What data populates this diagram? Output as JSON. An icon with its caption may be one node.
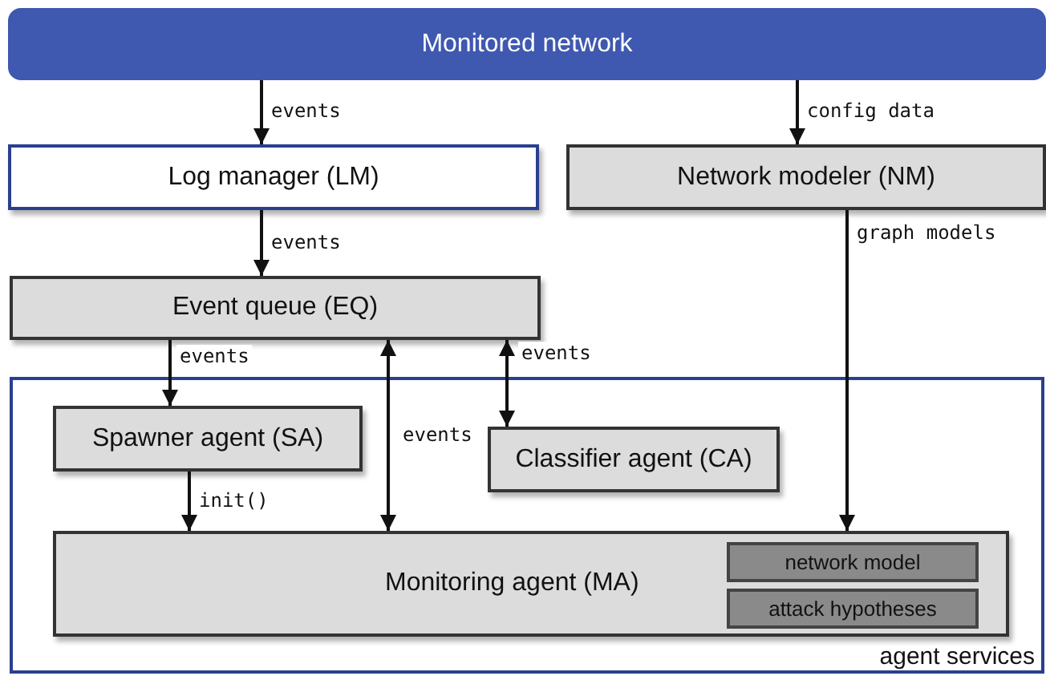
{
  "diagram": {
    "nodes": [
      {
        "text": [
          "Monitored network"
        ]
      },
      {
        "text": [
          "Log manager (LM)"
        ]
      },
      {
        "text": [
          "Network modeler (NM)"
        ]
      },
      {
        "text": [
          "Event queue (EQ)"
        ]
      },
      {
        "text": [
          "agent services"
        ]
      },
      {
        "text": [
          "Spawner agent (SA)"
        ],
        "in": 4
      },
      {
        "text": [
          "Classifier agent (CA)"
        ],
        "in": 4
      },
      {
        "text": [
          "Monitoring agent (MA)"
        ],
        "in": 4
      },
      {
        "text": [
          "network model"
        ],
        "in": 7
      },
      {
        "text": [
          "attack hypotheses"
        ],
        "in": 7
      }
    ],
    "edges": [
      {
        "from": 0,
        "to": 1,
        "arrow": "to",
        "label": "events"
      },
      {
        "from": 0,
        "to": 2,
        "arrow": "to",
        "label": "config data"
      },
      {
        "from": 1,
        "to": 3,
        "arrow": "to",
        "label": "events"
      },
      {
        "from": 2,
        "to": 7,
        "arrow": "to",
        "label": "graph models"
      },
      {
        "from": 3,
        "to": 5,
        "arrow": "to",
        "label": "events"
      },
      {
        "from": 3,
        "to": 7,
        "arrow": "both",
        "label": "events"
      },
      {
        "from": 3,
        "to": 6,
        "arrow": "both",
        "label": "events"
      },
      {
        "from": 5,
        "to": 7,
        "arrow": "to",
        "label": "init()"
      }
    ]
  }
}
